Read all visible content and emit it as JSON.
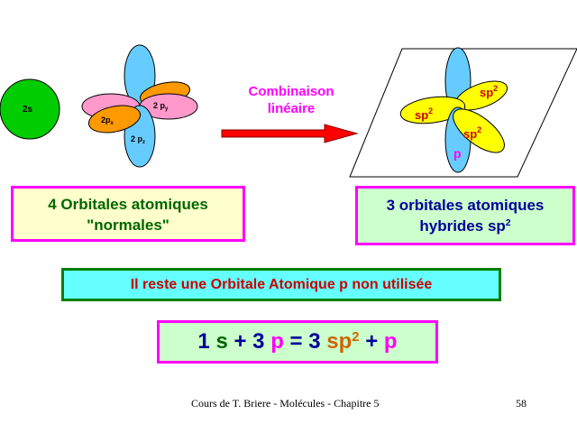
{
  "colors": {
    "green": "#00cc00",
    "pink": "#ff99cc",
    "orange": "#ff9900",
    "blue": "#66ccff",
    "yellow": "#ffff00",
    "magenta": "#ff00ff",
    "red": "#ff0000",
    "dark_blue": "#000099",
    "dark_green": "#006600",
    "brown": "#cc6600"
  },
  "left_diagram": {
    "s_label": "2s",
    "py_label": "2 p",
    "py_sub": "y",
    "px_label": "2p",
    "px_sub": "x",
    "pz_label": "2 p",
    "pz_sub": "z"
  },
  "arrow": {
    "line1": "Combinaison",
    "line2": "linéaire"
  },
  "right_diagram": {
    "sp2_left": "sp",
    "sp2_right_top": "sp",
    "sp2_right_bottom": "sp",
    "sp2_sup": "2",
    "p_label": "p"
  },
  "boxes": {
    "left_line1": "4 Orbitales atomiques",
    "left_line2": "\"normales\"",
    "right_line1": "3 orbitales atomiques",
    "right_line2": "hybrides sp",
    "right_sup": "2",
    "middle": "Il reste une Orbitale Atomique p non utilisée"
  },
  "equation": {
    "t1": "1",
    "t2": "s",
    "t3": "+",
    "t4": "3",
    "t5": "p",
    "t6": "=",
    "t7": "3",
    "t8": "sp",
    "t8_sup": "2",
    "t9": "+",
    "t10": "p"
  },
  "footer": {
    "course": "Cours de T. Briere - Molécules - Chapitre 5",
    "page": "58"
  }
}
